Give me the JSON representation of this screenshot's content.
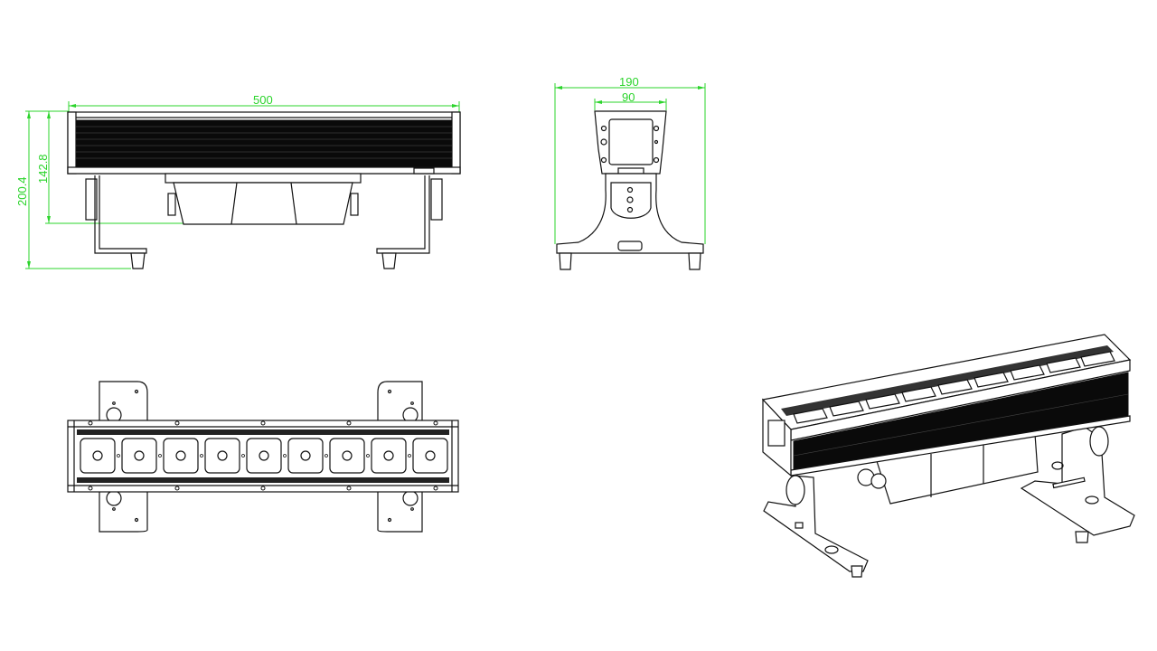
{
  "drawing": {
    "subject": "LED wall washer bar with 9 LED modules on bracket",
    "colors": {
      "line": "#111111",
      "dimension": "#2bd42b",
      "background": "#ffffff"
    },
    "views": {
      "front": {
        "name": "front-elevation",
        "dimensions": {
          "length": "500",
          "body_height": "142.8",
          "total_height": "200.4"
        }
      },
      "side": {
        "name": "side-elevation",
        "dimensions": {
          "base_width": "190",
          "head_width": "90"
        }
      },
      "top": {
        "name": "top-plan",
        "led_modules": 9
      },
      "iso": {
        "name": "isometric-view",
        "led_modules": 9
      }
    }
  }
}
